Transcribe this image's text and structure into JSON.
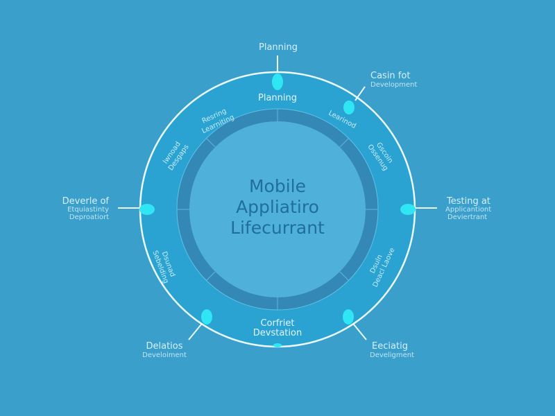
{
  "center_title": [
    "Mobile",
    "Appliatiro",
    "Lifecurrant"
  ],
  "external_labels": {
    "top": {
      "line1": "Planning"
    },
    "top_right": {
      "line1": "Casin fot",
      "line2": "Development"
    },
    "right": {
      "line1": "Testing at",
      "line2": "Applicantiont",
      "line3": "Deviertrant"
    },
    "bottom_right": {
      "line1": "Eeciatig",
      "line2": "Develigment"
    },
    "bottom_left": {
      "line1": "Delatios",
      "line2": "Develoiment"
    },
    "left": {
      "line1": "Deverle of",
      "line2": "Etquiastinty",
      "line3": "Deproatiort"
    }
  },
  "ring_labels": {
    "top": "Planning",
    "top_left": {
      "line1": "Resring",
      "line2": "Learniting"
    },
    "top_right": "Learinod",
    "upper_left": {
      "line1": "Iwnoad",
      "line2": "Desgaps"
    },
    "upper_right": {
      "line1": "Gscoin",
      "line2": "Ossenug"
    },
    "lower_left": {
      "line1": "Dsunad",
      "line2": "Sebelding"
    },
    "lower_right": {
      "line1": "Dsuln",
      "line2": "Deacl Laove"
    },
    "bottom": {
      "line1": "Corfriet",
      "line2": "Devstation"
    }
  },
  "colors": {
    "background": "#3b9fcc",
    "ring": "#2aa3d2",
    "inner_band": "#3388b6",
    "core": "#4fb0da",
    "accent": "#2ee6f4"
  }
}
